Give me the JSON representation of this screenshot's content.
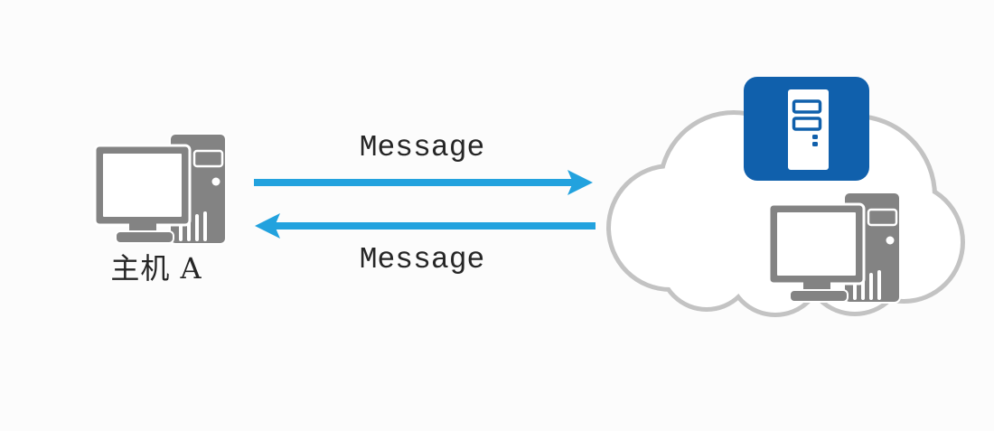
{
  "diagram": {
    "title": "host-to-network message exchange",
    "host": {
      "label": "主机 A",
      "icon": "desktop-computer-icon"
    },
    "network": {
      "icon": "cloud-icon",
      "nodes": [
        {
          "icon": "server-icon"
        },
        {
          "icon": "desktop-computer-icon"
        }
      ]
    },
    "arrows": [
      {
        "label": "Message",
        "direction": "right",
        "from": "host",
        "to": "network"
      },
      {
        "label": "Message",
        "direction": "left",
        "from": "network",
        "to": "host"
      }
    ]
  },
  "colors": {
    "arrow": "#22a2de",
    "pc": "#838383",
    "cloud": "#c3c3c3",
    "server": "#1060ac",
    "text": "#262626",
    "bg": "#fcfcfc"
  }
}
